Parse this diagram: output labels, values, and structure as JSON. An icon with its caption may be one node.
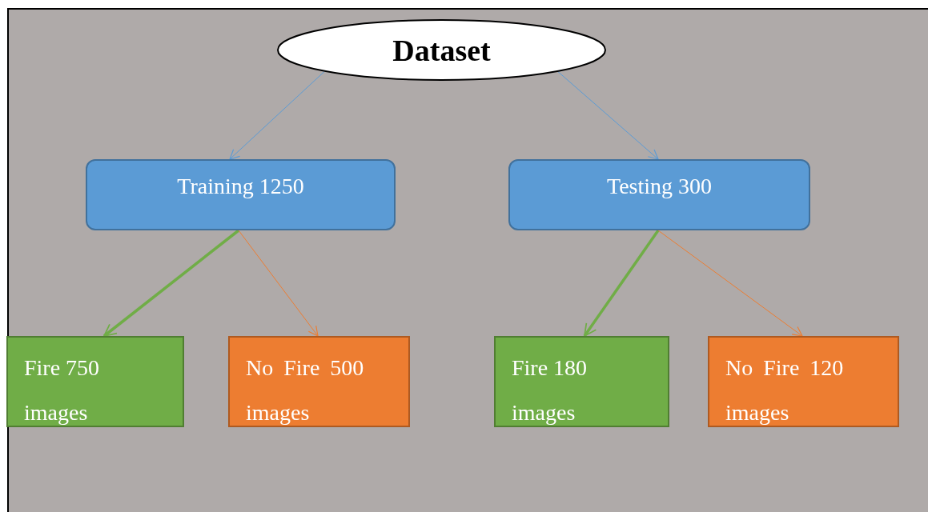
{
  "diagram": {
    "nodes": [
      {
        "text": [
          "Dataset"
        ]
      },
      {
        "text": [
          "Training 1250"
        ]
      },
      {
        "text": [
          "Testing 300"
        ]
      },
      {
        "text": [
          "Fire 750 images"
        ]
      },
      {
        "text": [
          "No Fire 500 images"
        ]
      },
      {
        "text": [
          "Fire 180 images"
        ]
      },
      {
        "text": [
          "No Fire 120 images"
        ]
      }
    ],
    "edges": [
      {
        "from": 0,
        "to": 1,
        "arrow": "to",
        "color": "#5b9bd5"
      },
      {
        "from": 0,
        "to": 2,
        "arrow": "to",
        "color": "#5b9bd5"
      },
      {
        "from": 1,
        "to": 3,
        "arrow": "to",
        "style": "thick",
        "color": "#70ad47"
      },
      {
        "from": 1,
        "to": 4,
        "arrow": "to",
        "color": "#ed7d31"
      },
      {
        "from": 2,
        "to": 5,
        "arrow": "to",
        "style": "thick",
        "color": "#70ad47"
      },
      {
        "from": 2,
        "to": 6,
        "arrow": "to",
        "color": "#ed7d31"
      }
    ]
  }
}
